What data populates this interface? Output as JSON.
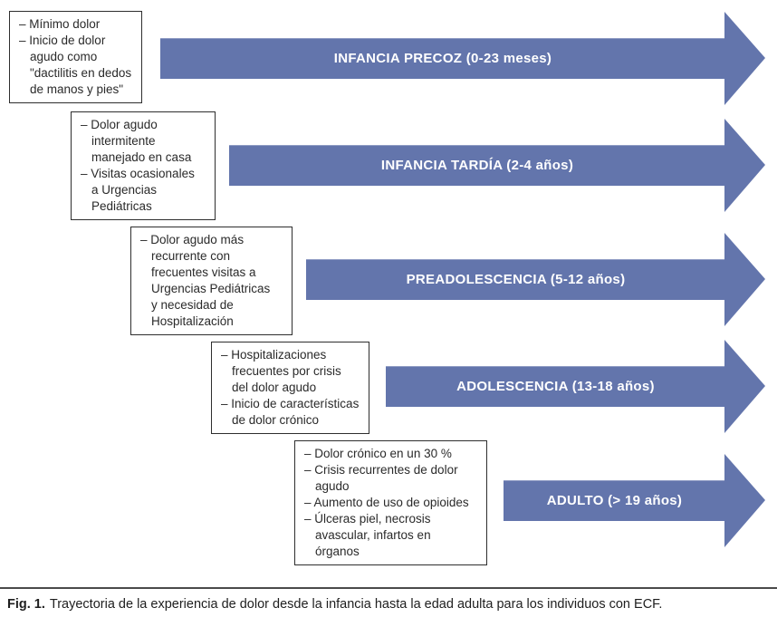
{
  "colors": {
    "arrow_fill": "#6375AC",
    "arrow_text": "#FFFFFF",
    "box_border": "#2E2E2E",
    "body_text": "#2A2A2A"
  },
  "stages": [
    {
      "label": "INFANCIA PRECOZ (0-23 meses)",
      "notes": [
        "– Mínimo dolor",
        "– Inicio de dolor\nagudo como\n\"dactilitis en dedos\nde manos y pies\""
      ]
    },
    {
      "label": "INFANCIA TARDÍA (2-4 años)",
      "notes": [
        "– Dolor agudo\nintermitente\nmanejado en casa",
        "– Visitas ocasionales\na Urgencias\nPediátricas"
      ]
    },
    {
      "label": "PREADOLESCENCIA (5-12 años)",
      "notes": [
        "– Dolor agudo más\nrecurrente con\nfrecuentes visitas a\nUrgencias Pediátricas\ny necesidad de\nHospitalización"
      ]
    },
    {
      "label": "ADOLESCENCIA (13-18 años)",
      "notes": [
        "– Hospitalizaciones\nfrecuentes por crisis\ndel dolor agudo",
        "– Inicio de características\nde dolor crónico"
      ]
    },
    {
      "label": "ADULTO (> 19 años)",
      "notes": [
        "– Dolor crónico en un 30 %",
        "– Crisis recurrentes de dolor\nagudo",
        "– Aumento de uso de opioides",
        "– Úlceras piel, necrosis\navascular, infartos en\nórganos"
      ]
    }
  ],
  "caption": {
    "fig_label": "Fig. 1.",
    "text": "Trayectoria de la experiencia de dolor desde la infancia hasta la edad adulta para los individuos con ECF."
  }
}
